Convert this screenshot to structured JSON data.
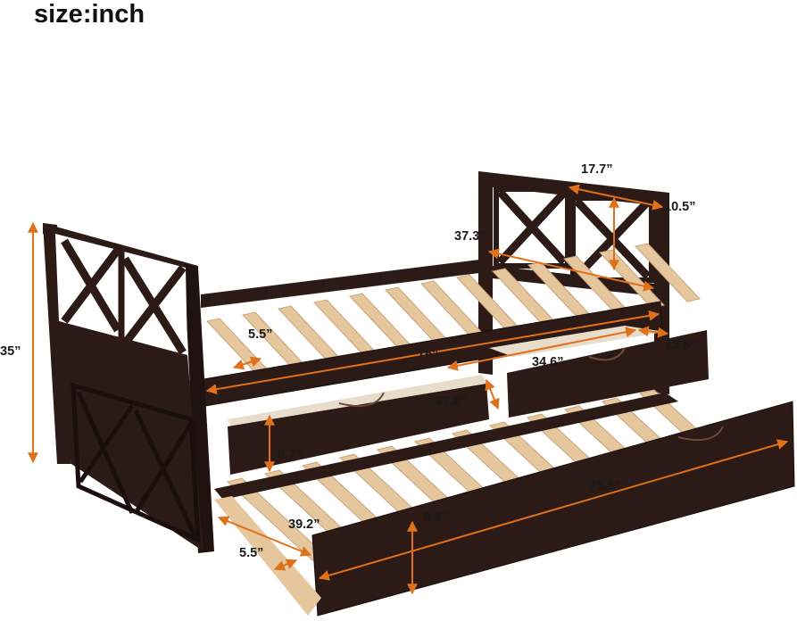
{
  "title": "size:inch",
  "colors": {
    "wood_dark": "#2b1a16",
    "wood_edge": "#1a0f0c",
    "slat": "#e6c69c",
    "slat_edge": "#c9a47a",
    "drawer_inside": "#e8dccb",
    "arrow": "#e0701a"
  },
  "dimensions": {
    "overall_height": "35”",
    "headboard_width": "17.7”",
    "headboard_depth": "10.5”",
    "frame_width": "37.3”",
    "slat_gap_top": "5.5”",
    "frame_length": "76”",
    "drawer_width": "34.6”",
    "drawer_depth": "13.8”",
    "drawer_length": "37.8”",
    "drawer_height": "6.7”",
    "trundle_length": "75.6”",
    "trundle_width": "39.2”",
    "trundle_height": "9.3”",
    "slat_gap_bottom": "5.5”"
  }
}
